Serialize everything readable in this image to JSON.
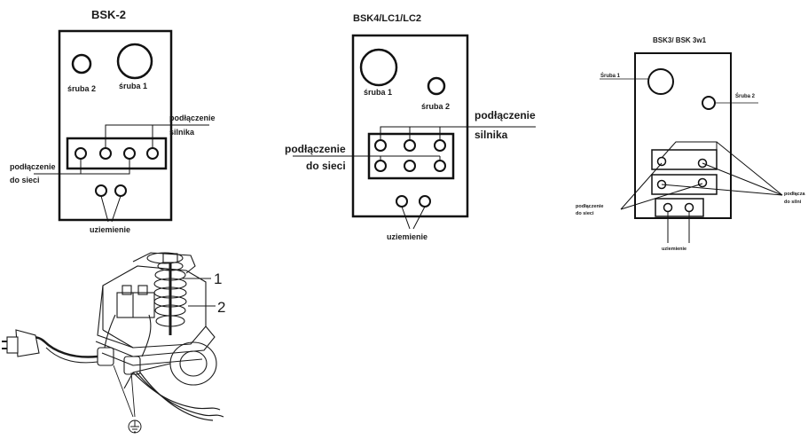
{
  "diagram1": {
    "title": "BSK-2",
    "screw2": "śruba 2",
    "screw1": "śruba 1",
    "motor_l1": "podłączenie",
    "motor_l2": "silnika",
    "mains_l1": "podłączenie",
    "mains_l2": "do sieci",
    "ground": "uziemienie"
  },
  "diagram2": {
    "title": "BSK4/LC1/LC2",
    "screw1": "śruba 1",
    "screw2": "śruba 2",
    "motor_l1": "podłączenie",
    "motor_l2": "silnika",
    "mains_l1": "podłączenie",
    "mains_l2": "do sieci",
    "ground": "uziemienie"
  },
  "diagram3": {
    "title": "BSK3/ BSK 3w1",
    "screw1": "Śruba 1",
    "screw2": "Śruba 2",
    "mains_l1": "podłączenie",
    "mains_l2": "do sieci",
    "motor_l1": "podłącza",
    "motor_l2": "do silni",
    "ground": "uziemienie"
  },
  "illustration": {
    "label1": "1",
    "label2": "2"
  }
}
